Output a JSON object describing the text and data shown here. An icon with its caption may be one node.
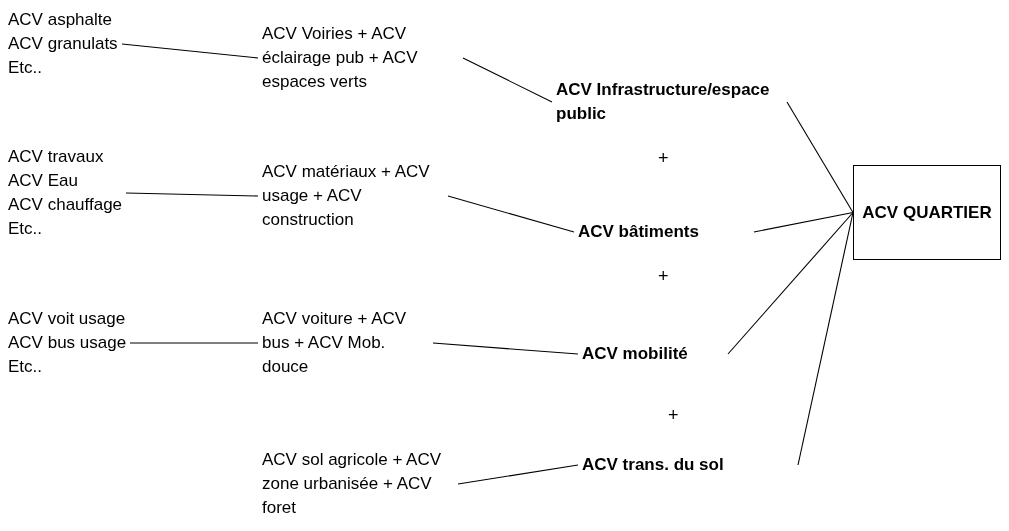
{
  "diagram": {
    "nodes": [
      {
        "text": [
          "ACV asphalte",
          "ACV granulats",
          "Etc.."
        ]
      },
      {
        "text": [
          "ACV Voiries + ACV éclairage pub + ACV espaces verts"
        ]
      },
      {
        "text": [
          "ACV Infrastructure/espace public"
        ]
      },
      {
        "text": [
          "ACV travaux",
          "ACV Eau",
          "ACV chauffage",
          "Etc.."
        ]
      },
      {
        "text": [
          "ACV matériaux + ACV usage + ACV construction"
        ]
      },
      {
        "text": [
          "ACV bâtiments"
        ]
      },
      {
        "text": [
          "ACV voit usage",
          "ACV bus usage",
          "Etc.."
        ]
      },
      {
        "text": [
          "ACV voiture + ACV bus + ACV Mob. douce"
        ]
      },
      {
        "text": [
          "ACV mobilité"
        ]
      },
      {
        "text": [
          "ACV sol agricole + ACV zone urbanisée + ACV foret"
        ]
      },
      {
        "text": [
          "ACV trans. du sol"
        ]
      },
      {
        "text": [
          "ACV QUARTIER"
        ]
      }
    ],
    "edges": [
      {
        "from": 0,
        "to": 1,
        "arrow": "none"
      },
      {
        "from": 1,
        "to": 2,
        "arrow": "none"
      },
      {
        "from": 3,
        "to": 4,
        "arrow": "none"
      },
      {
        "from": 4,
        "to": 5,
        "arrow": "none"
      },
      {
        "from": 6,
        "to": 7,
        "arrow": "none"
      },
      {
        "from": 7,
        "to": 8,
        "arrow": "none"
      },
      {
        "from": 9,
        "to": 10,
        "arrow": "none"
      },
      {
        "from": 2,
        "to": 11,
        "arrow": "none"
      },
      {
        "from": 5,
        "to": 11,
        "arrow": "none"
      },
      {
        "from": 8,
        "to": 11,
        "arrow": "none"
      },
      {
        "from": 10,
        "to": 11,
        "arrow": "none"
      }
    ],
    "labels": [
      "+",
      "+",
      "+"
    ]
  }
}
